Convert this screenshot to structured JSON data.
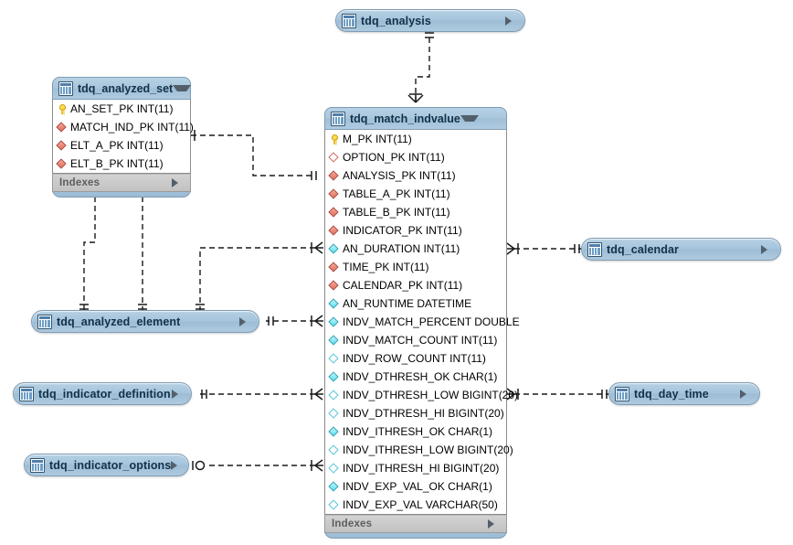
{
  "diagram": {
    "kind": "er-diagram",
    "background_color": "#ffffff",
    "header_color": "#a9c7dd",
    "index_row_color": "#c9c9c9"
  },
  "tables": {
    "tdq_analysis": {
      "name": "tdq_analysis",
      "state": "collapsed",
      "icon": "table-icon",
      "expander": "caret-right-icon"
    },
    "tdq_analyzed_set": {
      "name": "tdq_analyzed_set",
      "state": "expanded",
      "icon": "table-icon",
      "expander": "caret-down-icon",
      "indexes_label": "Indexes",
      "indexes_expander": "caret-right-icon",
      "columns": [
        {
          "marker": "primary-key",
          "text": "AN_SET_PK INT(11)"
        },
        {
          "marker": "foreign-key-filled-red",
          "text": "MATCH_IND_PK INT(11)"
        },
        {
          "marker": "foreign-key-filled-red",
          "text": "ELT_A_PK INT(11)"
        },
        {
          "marker": "foreign-key-filled-red",
          "text": "ELT_B_PK INT(11)"
        }
      ]
    },
    "tdq_match_indvalue": {
      "name": "tdq_match_indvalue",
      "state": "expanded",
      "icon": "table-icon",
      "expander": "caret-down-icon",
      "indexes_label": "Indexes",
      "indexes_expander": "caret-right-icon",
      "columns": [
        {
          "marker": "primary-key",
          "text": "M_PK INT(11)"
        },
        {
          "marker": "foreign-key-open-red",
          "text": "OPTION_PK INT(11)"
        },
        {
          "marker": "foreign-key-filled-red",
          "text": "ANALYSIS_PK INT(11)"
        },
        {
          "marker": "foreign-key-filled-red",
          "text": "TABLE_A_PK INT(11)"
        },
        {
          "marker": "foreign-key-filled-red",
          "text": "TABLE_B_PK INT(11)"
        },
        {
          "marker": "foreign-key-filled-red",
          "text": "INDICATOR_PK INT(11)"
        },
        {
          "marker": "column-filled-cyan",
          "text": "AN_DURATION INT(11)"
        },
        {
          "marker": "foreign-key-filled-red",
          "text": "TIME_PK INT(11)"
        },
        {
          "marker": "foreign-key-filled-red",
          "text": "CALENDAR_PK INT(11)"
        },
        {
          "marker": "column-filled-cyan",
          "text": "AN_RUNTIME DATETIME"
        },
        {
          "marker": "column-filled-cyan",
          "text": "INDV_MATCH_PERCENT DOUBLE"
        },
        {
          "marker": "column-filled-cyan",
          "text": "INDV_MATCH_COUNT INT(11)"
        },
        {
          "marker": "column-open-cyan",
          "text": "INDV_ROW_COUNT INT(11)"
        },
        {
          "marker": "column-filled-cyan",
          "text": "INDV_DTHRESH_OK CHAR(1)"
        },
        {
          "marker": "column-open-cyan",
          "text": "INDV_DTHRESH_LOW BIGINT(20)"
        },
        {
          "marker": "column-open-cyan",
          "text": "INDV_DTHRESH_HI BIGINT(20)"
        },
        {
          "marker": "column-filled-cyan",
          "text": "INDV_ITHRESH_OK CHAR(1)"
        },
        {
          "marker": "column-open-cyan",
          "text": "INDV_ITHRESH_LOW BIGINT(20)"
        },
        {
          "marker": "column-open-cyan",
          "text": "INDV_ITHRESH_HI BIGINT(20)"
        },
        {
          "marker": "column-filled-cyan",
          "text": "INDV_EXP_VAL_OK CHAR(1)"
        },
        {
          "marker": "column-open-cyan",
          "text": "INDV_EXP_VAL VARCHAR(50)"
        }
      ]
    },
    "tdq_analyzed_element": {
      "name": "tdq_analyzed_element",
      "state": "collapsed",
      "icon": "table-icon",
      "expander": "caret-right-icon"
    },
    "tdq_indicator_definition": {
      "name": "tdq_indicator_definition",
      "state": "collapsed",
      "icon": "table-icon",
      "expander": "caret-right-icon"
    },
    "tdq_indicator_options": {
      "name": "tdq_indicator_options",
      "state": "collapsed",
      "icon": "table-icon",
      "expander": "caret-right-icon"
    },
    "tdq_calendar": {
      "name": "tdq_calendar",
      "state": "collapsed",
      "icon": "table-icon",
      "expander": "caret-right-icon"
    },
    "tdq_day_time": {
      "name": "tdq_day_time",
      "state": "collapsed",
      "icon": "table-icon",
      "expander": "caret-right-icon"
    }
  },
  "relationships": [
    {
      "from": "tdq_match_indvalue",
      "to": "tdq_analysis",
      "from_cardinality": "many",
      "to_cardinality": "one",
      "style": "dashed"
    },
    {
      "from": "tdq_analyzed_set",
      "to": "tdq_match_indvalue",
      "from_cardinality": "many",
      "to_cardinality": "one",
      "style": "dashed"
    },
    {
      "from": "tdq_analyzed_set",
      "to": "tdq_analyzed_element",
      "from_cardinality": "many",
      "to_cardinality": "one",
      "style": "dashed"
    },
    {
      "from": "tdq_analyzed_set",
      "to": "tdq_analyzed_element",
      "from_cardinality": "many",
      "to_cardinality": "one",
      "style": "dashed"
    },
    {
      "from": "tdq_match_indvalue",
      "to": "tdq_analyzed_element",
      "from_cardinality": "many",
      "to_cardinality": "one",
      "style": "dashed"
    },
    {
      "from": "tdq_match_indvalue",
      "to": "tdq_analyzed_element",
      "from_cardinality": "many",
      "to_cardinality": "one",
      "style": "dashed"
    },
    {
      "from": "tdq_match_indvalue",
      "to": "tdq_indicator_definition",
      "from_cardinality": "many",
      "to_cardinality": "one",
      "style": "dashed"
    },
    {
      "from": "tdq_match_indvalue",
      "to": "tdq_indicator_options",
      "from_cardinality": "many",
      "to_cardinality": "zero-or-one",
      "style": "dashed"
    },
    {
      "from": "tdq_match_indvalue",
      "to": "tdq_calendar",
      "from_cardinality": "many",
      "to_cardinality": "one",
      "style": "dashed"
    },
    {
      "from": "tdq_match_indvalue",
      "to": "tdq_day_time",
      "from_cardinality": "many",
      "to_cardinality": "one",
      "style": "dashed"
    }
  ]
}
